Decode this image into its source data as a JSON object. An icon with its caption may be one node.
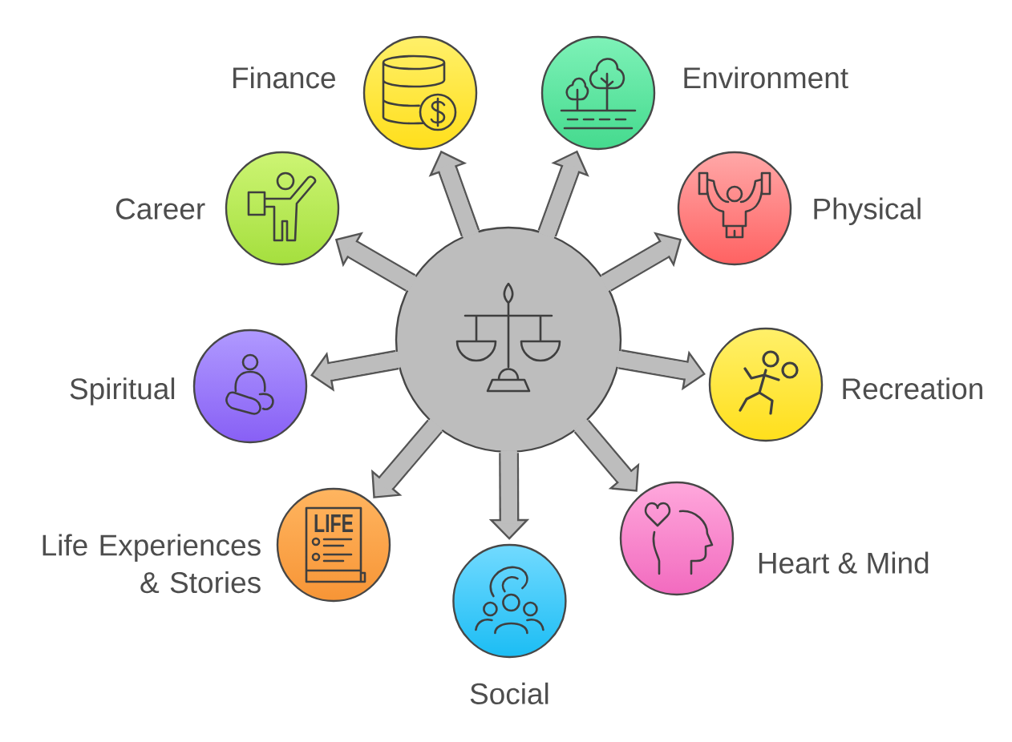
{
  "diagram": {
    "nodes": [
      {
        "text": [],
        "shape": "circle"
      },
      {
        "text": [
          "Finance"
        ]
      },
      {
        "text": [
          "Environment"
        ]
      },
      {
        "text": [
          "Career"
        ]
      },
      {
        "text": [
          "Physical"
        ]
      },
      {
        "text": [
          "Spiritual"
        ]
      },
      {
        "text": [
          "Recreation"
        ]
      },
      {
        "text": [
          "Life Experiences & Stories",
          "LIFE"
        ]
      },
      {
        "text": [
          "Heart & Mind"
        ]
      },
      {
        "text": [
          "Social"
        ]
      }
    ],
    "edges": [
      {
        "from": 0,
        "to": 1,
        "arrow": "to"
      },
      {
        "from": 0,
        "to": 2,
        "arrow": "to"
      },
      {
        "from": 0,
        "to": 3,
        "arrow": "to"
      },
      {
        "from": 0,
        "to": 4,
        "arrow": "to"
      },
      {
        "from": 0,
        "to": 5,
        "arrow": "to"
      },
      {
        "from": 0,
        "to": 6,
        "arrow": "to"
      },
      {
        "from": 0,
        "to": 7,
        "arrow": "to"
      },
      {
        "from": 0,
        "to": 8,
        "arrow": "to"
      },
      {
        "from": 0,
        "to": 9,
        "arrow": "to"
      }
    ]
  }
}
